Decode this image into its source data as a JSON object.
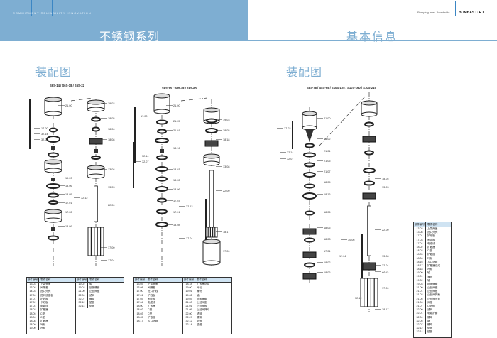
{
  "header": {
    "tagline": "COMMITMENT RELIABILITY INNOVATION",
    "series_title": "不锈钢系列",
    "slogan": "Pumping trust. Worldwide.",
    "brand": "BOMBAS C.R.I.",
    "section_title": "基本信息"
  },
  "sections": [
    {
      "title": "装配图"
    },
    {
      "title": "装配图"
    }
  ],
  "diagrams": [
    {
      "title": "S6S-14 / S6S-18 / S6S-22",
      "labels": [
        "21.00",
        "17.00",
        "32.14",
        "32.07",
        "19.03",
        "18.06",
        "18.05",
        "17.01",
        "17.02",
        "18.09",
        "19.02",
        "18.05",
        "18.06",
        "18.08",
        "13.08",
        "13.03",
        "22.00",
        "17.00",
        "17.04",
        "32.12"
      ]
    },
    {
      "title": "S6S-30 / S6S-48 / S6S-60",
      "labels": [
        "21.00",
        "21.05",
        "21.01",
        "18.16",
        "18.03",
        "18.02",
        "18.06",
        "17.03",
        "17.01",
        "13.08",
        "19.03",
        "18.05",
        "18.18",
        "13.08",
        "22.00",
        "18.17",
        "17.00",
        "17.00",
        "32.14",
        "32.07",
        "32.12",
        "17.04"
      ]
    },
    {
      "title": "S8S-78 / S8S-95 / S10S-125 / S10S-160 / S10S-215",
      "labels": [
        "21.00",
        "21.02",
        "21.01",
        "21.05",
        "21.07",
        "18.05",
        "18.16",
        "18.06",
        "18.05",
        "18.03",
        "17.01",
        "18.02",
        "18.06",
        "18.05",
        "13.03",
        "22.00",
        "13.08",
        "32.04",
        "22.01",
        "17.00",
        "18.17",
        "17.03",
        "32.14",
        "32.07",
        "30.06",
        "17.04",
        "32.12"
      ]
    }
  ],
  "tables": [
    {
      "header": [
        "部件编号",
        "零件名称"
      ],
      "rows": [
        [
          "13.03",
          "上泵壳盖"
        ],
        [
          "13.08",
          "间隔套"
        ],
        [
          "14.03",
          "进口外壳"
        ],
        [
          "17.00",
          "进口底座板"
        ],
        [
          "17.01",
          "护线板"
        ],
        [
          "17.02",
          "卡线板"
        ],
        [
          "17.04",
          "电缆线"
        ],
        [
          "18.02",
          "扩散器"
        ],
        [
          "18.05",
          "C型"
        ],
        [
          "18.06",
          "C型"
        ],
        [
          "18.08",
          "扩散器"
        ],
        [
          "18.09",
          "叶轮"
        ],
        [
          "19.00",
          "叶轮"
        ]
      ]
    },
    {
      "header": [
        "部件编号",
        "零件名称"
      ],
      "rows": [
        [
          "19.02",
          "轴"
        ],
        [
          "19.03",
          "锁紧螺套"
        ],
        [
          "21.00",
          "止回阀座"
        ],
        [
          "22.00",
          "滤网"
        ],
        [
          "32.07",
          "螺母"
        ],
        [
          "32.12",
          "垫圈"
        ],
        [
          "32.14",
          "垫圈"
        ]
      ]
    },
    {
      "header": [
        "部件编号",
        "零件名称"
      ],
      "rows": [
        [
          "13.03",
          "上泵壳盖"
        ],
        [
          "13.08",
          "间隔套"
        ],
        [
          "17.00",
          "进口护线"
        ],
        [
          "17.01",
          "护线板"
        ],
        [
          "17.03",
          "固定板"
        ],
        [
          "17.04",
          "电缆线"
        ],
        [
          "18.00",
          "扩散器"
        ],
        [
          "18.02",
          "C型"
        ],
        [
          "18.03",
          "C型"
        ],
        [
          "18.05",
          "扩散器"
        ],
        [
          "18.17",
          "入口滤网"
        ]
      ]
    },
    {
      "header": [
        "部件编号",
        "零件名称"
      ],
      "rows": [
        [
          "18.18",
          "扩散器总成"
        ],
        [
          "19.00",
          "叶轮"
        ],
        [
          "19.01",
          "滑块"
        ],
        [
          "19.02",
          "轴"
        ],
        [
          "19.03",
          "锁紧螺套"
        ],
        [
          "21.00",
          "止回阀座"
        ],
        [
          "21.01",
          "止回阀板"
        ],
        [
          "21.05",
          "止回阀弹片"
        ],
        [
          "22.00",
          "滤网"
        ],
        [
          "32.07",
          "螺母"
        ],
        [
          "32.12",
          "垫圈"
        ],
        [
          "32.14",
          "垫圈"
        ]
      ]
    },
    {
      "header": [
        "部件编号",
        "零件名称"
      ],
      "rows": [
        [
          "13.03",
          "上泵壳盖"
        ],
        [
          "13.08",
          "进口外壳"
        ],
        [
          "17.01",
          "护线板"
        ],
        [
          "17.03",
          "固定板"
        ],
        [
          "17.04",
          "电缆线"
        ],
        [
          "18.02",
          "扩散器"
        ],
        [
          "18.03",
          "C型"
        ],
        [
          "18.05",
          "扩散器"
        ],
        [
          "18.06",
          "叶轮"
        ],
        [
          "18.16",
          "入口滤网"
        ],
        [
          "18.17",
          "扩散器总成"
        ],
        [
          "18.18",
          "叶轮"
        ],
        [
          "19.00",
          "轴"
        ],
        [
          "19.01",
          "滑块"
        ],
        [
          "19.02",
          "轴"
        ],
        [
          "19.03",
          "锁紧螺套"
        ],
        [
          "21.00",
          "止回阀座"
        ],
        [
          "21.01",
          "止回阀板"
        ],
        [
          "21.02",
          "止回阀弹簧"
        ],
        [
          "21.05",
          "止回阀压盖"
        ],
        [
          "21.06",
          "阀座"
        ],
        [
          "21.07",
          "O型圈"
        ],
        [
          "22.00",
          "滤网"
        ],
        [
          "22.01",
          "电缆护套"
        ],
        [
          "32.04",
          "螺母"
        ],
        [
          "32.05",
          "键"
        ],
        [
          "32.07",
          "螺母"
        ],
        [
          "32.12",
          "垫圈"
        ],
        [
          "32.14",
          "垫圈"
        ]
      ]
    }
  ]
}
